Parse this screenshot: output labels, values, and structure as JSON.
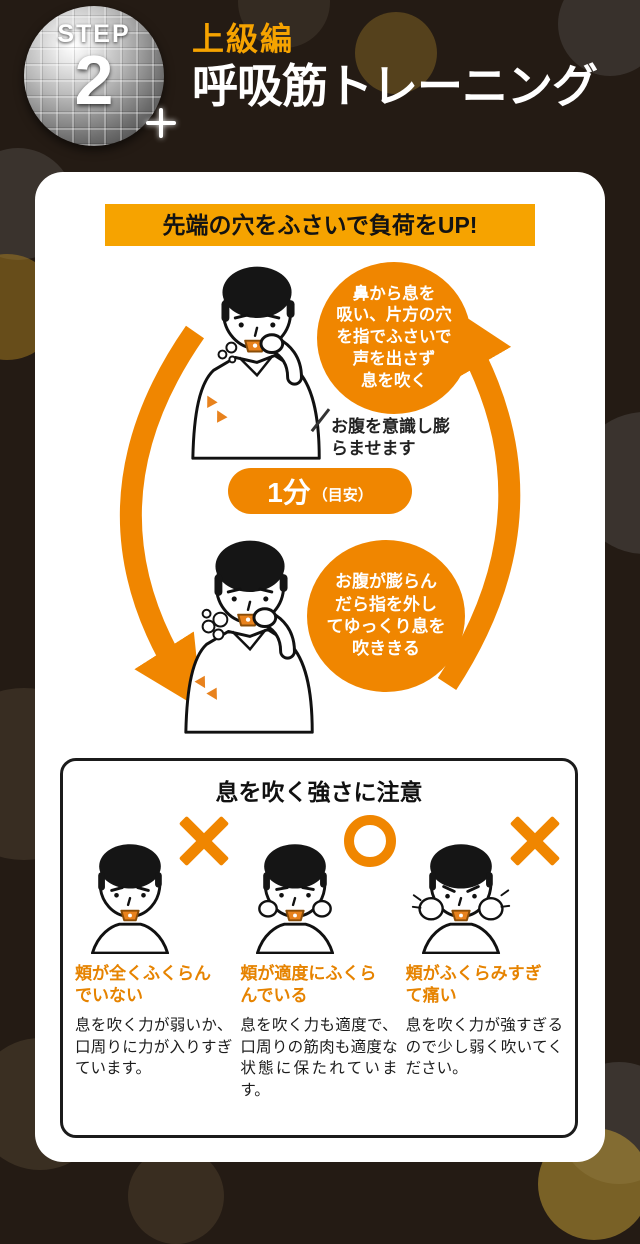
{
  "header": {
    "step_label": "STEP",
    "step_number": "2",
    "subtitle": "上級編",
    "title": "呼吸筋トレーニング"
  },
  "card": {
    "banner": "先端の穴をふさいで負荷をUP!",
    "cycle": {
      "bubble_top": "鼻から息を\n吸い、片方の穴\nを指でふさいで\n声を出さず\n息を吹く",
      "note": "お腹を意識し膨\nらませます",
      "duration_value": "1分",
      "duration_unit": "（目安）",
      "bubble_bottom": "お腹が膨らん\nだら指を外し\nてゆっくり息を\n吹ききる"
    },
    "caution": {
      "title": "息を吹く強さに注意",
      "items": [
        {
          "mark": "×",
          "result": "bad",
          "heading": "頬が全くふくらん\nでいない",
          "body": "息を吹く力が弱いか、口周りに力が入りすぎています。"
        },
        {
          "mark": "○",
          "result": "good",
          "heading": "頬が適度にふくら\nんでいる",
          "body": "息を吹く力も適度で、口周りの筋肉も適度な状態に保たれています。"
        },
        {
          "mark": "×",
          "result": "bad",
          "heading": "頬がふくらみすぎ\nて痛い",
          "body": "息を吹く力が強すぎるので少し弱く吹いてください。"
        }
      ]
    }
  },
  "colors": {
    "accent": "#f6a300",
    "orange": "#f08600",
    "heading": "#e68300",
    "bg": "#241b14"
  }
}
